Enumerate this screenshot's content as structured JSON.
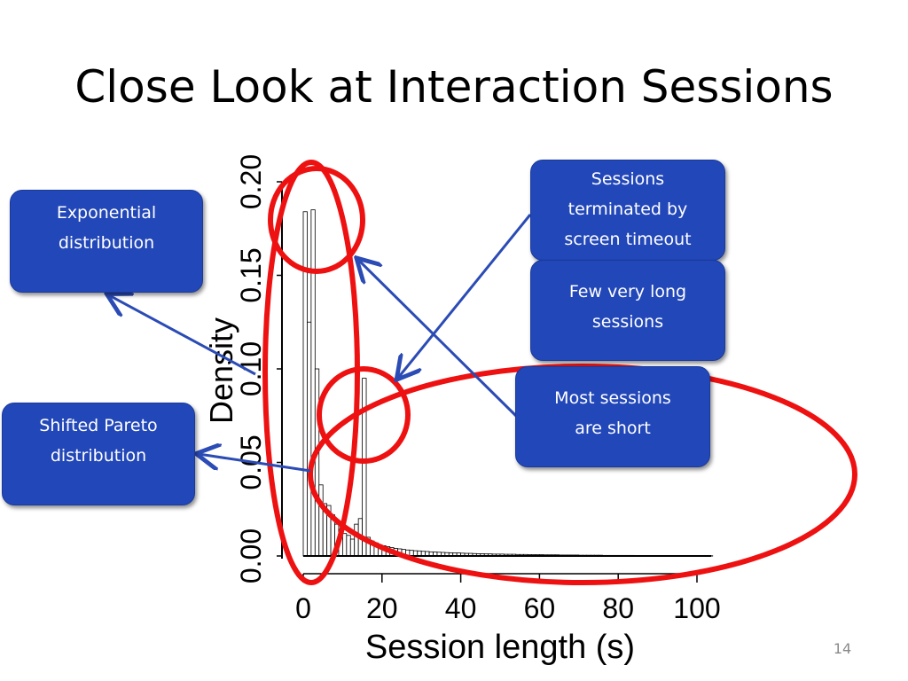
{
  "slide": {
    "title": "Close Look at Interaction Sessions",
    "page_number": "14"
  },
  "callouts": {
    "exponential": [
      "Exponential",
      "distribution"
    ],
    "pareto": [
      "Shifted Pareto",
      "distribution"
    ],
    "timeout": [
      "Sessions",
      "terminated by",
      "screen timeout"
    ],
    "long": [
      "Few very long",
      "sessions"
    ],
    "short": [
      "Most sessions",
      "are short"
    ]
  },
  "colors": {
    "callout_fill": "#2247b8",
    "arrow": "#2b4bb5",
    "ellipse": "#ee1111"
  },
  "chart_data": {
    "type": "bar",
    "xlabel": "Session length (s)",
    "ylabel": "Density",
    "xlim": [
      0,
      100
    ],
    "ylim": [
      0,
      0.2
    ],
    "xticks": [
      "0",
      "20",
      "40",
      "60",
      "80",
      "100"
    ],
    "yticks": [
      "0.00",
      "0.05",
      "0.10",
      "0.15",
      "0.20"
    ],
    "bin_width": 1,
    "x": [
      0,
      1,
      2,
      3,
      4,
      5,
      6,
      7,
      8,
      9,
      10,
      11,
      12,
      13,
      14,
      15,
      16,
      17,
      18,
      19,
      20,
      21,
      22,
      23,
      24,
      25,
      26,
      27,
      28,
      29,
      30,
      31,
      32,
      33,
      34,
      35,
      36,
      37,
      38,
      39,
      40,
      41,
      42,
      43,
      44,
      45,
      46,
      47,
      48,
      49,
      50,
      51,
      52,
      53,
      54,
      55,
      56,
      57,
      58,
      59,
      60,
      61,
      62,
      63,
      64,
      65,
      66,
      67,
      68,
      69,
      70,
      71,
      72,
      73,
      74,
      75,
      76,
      77,
      78,
      79,
      80,
      81,
      82,
      83,
      84,
      85,
      86,
      87,
      88,
      89,
      90,
      91,
      92,
      93,
      94,
      95,
      96,
      97,
      98,
      99,
      100,
      101,
      102,
      103
    ],
    "values": [
      0.184,
      0.125,
      0.185,
      0.1,
      0.038,
      0.028,
      0.027,
      0.022,
      0.017,
      0.014,
      0.012,
      0.011,
      0.009,
      0.017,
      0.02,
      0.095,
      0.01,
      0.008,
      0.007,
      0.006,
      0.0055,
      0.005,
      0.0045,
      0.004,
      0.0038,
      0.0035,
      0.0032,
      0.003,
      0.0028,
      0.0027,
      0.0025,
      0.0024,
      0.0022,
      0.0021,
      0.002,
      0.0019,
      0.0018,
      0.0017,
      0.0016,
      0.0016,
      0.0015,
      0.0014,
      0.0014,
      0.0013,
      0.0012,
      0.0012,
      0.0011,
      0.0011,
      0.001,
      0.001,
      0.001,
      0.0009,
      0.0009,
      0.0009,
      0.0008,
      0.0008,
      0.0008,
      0.0007,
      0.0007,
      0.0007,
      0.0007,
      0.0006,
      0.0006,
      0.0006,
      0.0006,
      0.0005,
      0.0005,
      0.0005,
      0.0005,
      0.0005,
      0.0004,
      0.0004,
      0.0004,
      0.0004,
      0.0004,
      0.0004,
      0.0003,
      0.0003,
      0.0003,
      0.0003,
      0.0003,
      0.0003,
      0.0003,
      0.0003,
      0.0002,
      0.0002,
      0.0002,
      0.0002,
      0.0002,
      0.0002,
      0.0002,
      0.0002,
      0.0002,
      0.0002,
      0.0001,
      0.0001,
      0.0001,
      0.0001,
      0.0001,
      0.0001,
      0.0001,
      0.0001,
      0.0001,
      0.0001
    ],
    "grid": false
  }
}
